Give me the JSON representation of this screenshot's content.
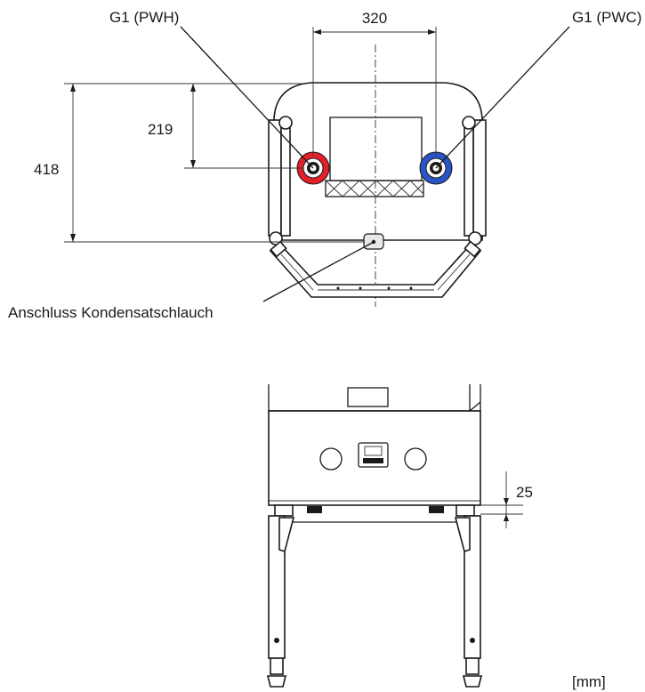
{
  "labels": {
    "pwh": "G1 (PWH)",
    "pwc": "G1 (PWC)",
    "dim_width": "320",
    "dim_height_upper": "219",
    "dim_height_total": "418",
    "condensate": "Anschluss Kondensatschlauch",
    "dim_foot": "25",
    "unit": "[mm]"
  },
  "colors": {
    "hot_connection": "#e2202a",
    "cold_connection": "#2a54c8"
  }
}
